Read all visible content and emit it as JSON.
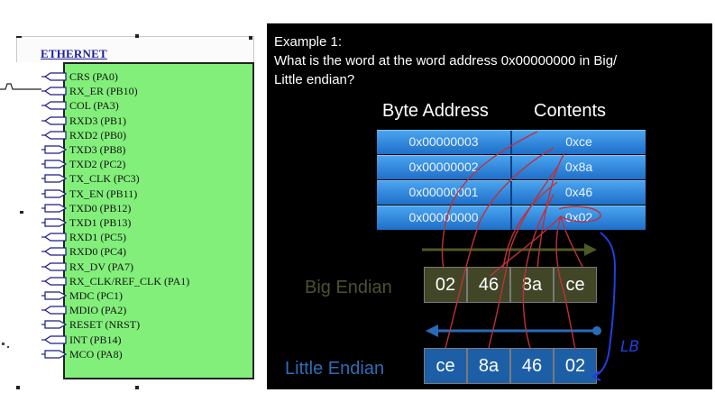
{
  "schematic": {
    "title": "ETHERNET",
    "pins": [
      "CRS (PA0)",
      "RX_ER (PB10)",
      "COL (PA3)",
      "RXD3 (PB1)",
      "RXD2 (PB0)",
      "TXD3 (PB8)",
      "TXD2 (PC2)",
      "TX_CLK (PC3)",
      "TX_EN (PB11)",
      "TXD0 (PB12)",
      "TXD1 (PB13)",
      "RXD1 (PC5)",
      "RXD0 (PC4)",
      "RX_DV (PA7)",
      "RX_CLK/REF_CLK (PA1)",
      "MDC (PC1)",
      "MDIO (PA2)",
      "RESET (NRST)",
      "INT (PB14)",
      "MCO (PA8)"
    ],
    "colors": {
      "box": "#82ef7a",
      "title": "#1c1c9c"
    }
  },
  "slide": {
    "example_label": "Example 1:",
    "question_line1": "What is the word at the word address 0x00000000 in Big/",
    "question_line2": "Little endian?",
    "header_address": "Byte Address",
    "header_contents": "Contents",
    "memory": [
      {
        "address": "0x00000003",
        "value": "0xce"
      },
      {
        "address": "0x00000002",
        "value": "0x8a"
      },
      {
        "address": "0x00000001",
        "value": "0x46"
      },
      {
        "address": "0x00000000",
        "value": "0x02"
      }
    ],
    "big_endian_label": "Big Endian",
    "big_endian_bytes": [
      "02",
      "46",
      "8a",
      "ce"
    ],
    "little_endian_label": "Little Endian",
    "little_endian_bytes": [
      "ce",
      "8a",
      "46",
      "02"
    ],
    "annotation": "LB",
    "colors": {
      "big_label": "#4c5130",
      "little_label": "#2e6db6",
      "big_arrow": "#4b5a24",
      "little_arrow": "#2a6ab8",
      "ink_red": "#c0303a",
      "ink_blue": "#2040e0"
    }
  }
}
